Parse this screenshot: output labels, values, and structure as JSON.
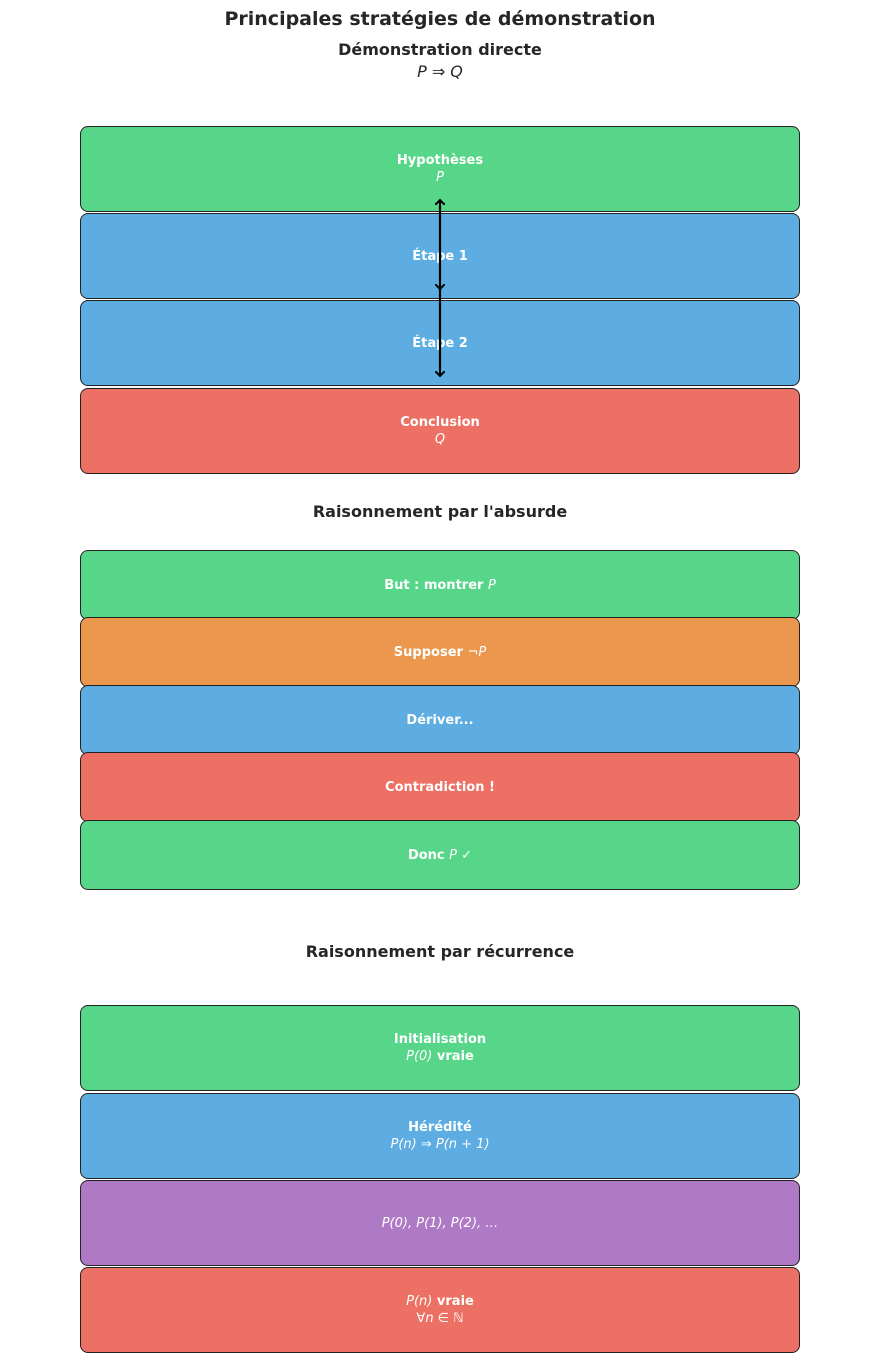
{
  "title": "Principales stratégies de démonstration",
  "direct": {
    "heading": "Démonstration directe",
    "formula": "P ⇒ Q",
    "steps": [
      {
        "label": "Hypothèses",
        "sub": "P"
      },
      {
        "label": "Étape 1",
        "sub": ""
      },
      {
        "label": "Étape 2",
        "sub": ""
      },
      {
        "label": "Conclusion",
        "sub": "Q"
      }
    ]
  },
  "absurd": {
    "heading": "Raisonnement par l'absurde",
    "steps": [
      {
        "label": "But : montrer",
        "math": "P"
      },
      {
        "label": "Supposer",
        "math": "¬P"
      },
      {
        "label": "Dériver...",
        "math": ""
      },
      {
        "label": "Contradiction !",
        "math": ""
      },
      {
        "label": "Donc",
        "math": "P ✓"
      }
    ]
  },
  "induction": {
    "heading": "Raisonnement par récurrence",
    "steps": [
      {
        "label": "Initialisation",
        "sub_math": "P(0)",
        "sub_text": "vraie"
      },
      {
        "label": "Hérédité",
        "sub_math": "P(n) ⇒ P(n + 1)",
        "sub_text": ""
      },
      {
        "label": "",
        "sub_math": "P(0), P(1), P(2), …",
        "sub_text": ""
      },
      {
        "label": "",
        "sub_math": "P(n)",
        "sub_text": "vraie",
        "extra": "∀n ∈ ℕ"
      }
    ]
  },
  "colors": {
    "green": "#57d68a",
    "blue": "#5dade2",
    "red": "#ec7063",
    "orange": "#eb984e",
    "purple": "#af7ac5"
  }
}
